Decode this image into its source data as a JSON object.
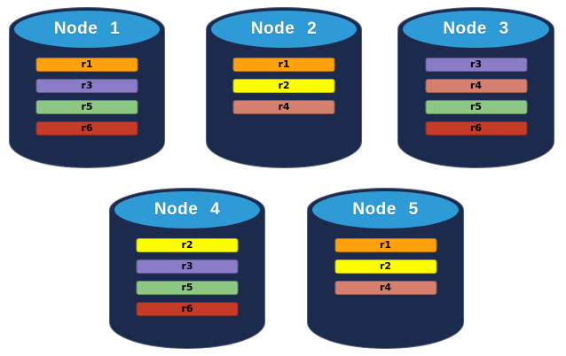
{
  "diagram": {
    "type": "database-replication-diagram",
    "nodes": [
      {
        "label": "Node 1",
        "replicas": [
          "r1",
          "r3",
          "r5",
          "r6"
        ]
      },
      {
        "label": "Node 2",
        "replicas": [
          "r1",
          "r2",
          "r4"
        ]
      },
      {
        "label": "Node 3",
        "replicas": [
          "r3",
          "r4",
          "r5",
          "r6"
        ]
      },
      {
        "label": "Node 4",
        "replicas": [
          "r2",
          "r3",
          "r5",
          "r6"
        ]
      },
      {
        "label": "Node 5",
        "replicas": [
          "r1",
          "r2",
          "r4"
        ]
      }
    ],
    "replica_colors": {
      "r1": "#FFA00D",
      "r2": "#FDFF00",
      "r3": "#8B7CC8",
      "r4": "#D5806F",
      "r5": "#8CC884",
      "r6": "#C43C28"
    },
    "colors": {
      "background": "#FFFFFF",
      "cylinder_body": "#1C2B4D",
      "cylinder_top": "#2E9BD6",
      "title_text": "#FFFFFF",
      "bar_text": "#000000"
    }
  }
}
